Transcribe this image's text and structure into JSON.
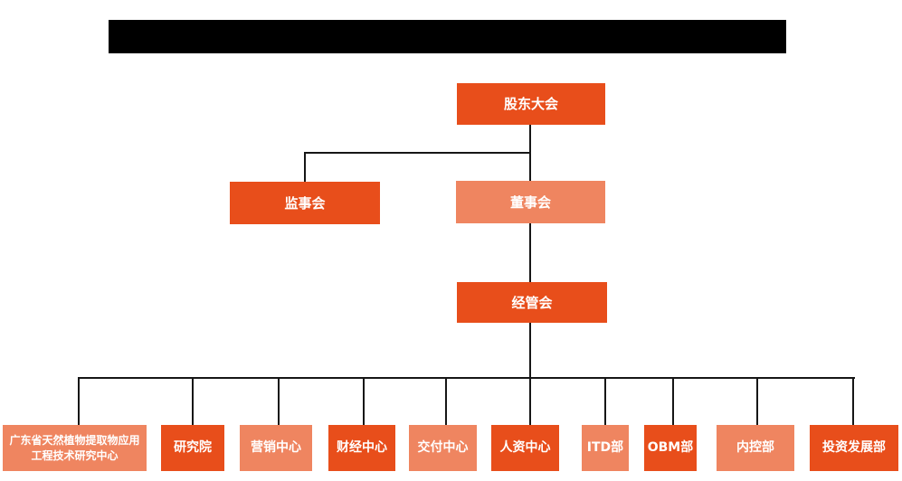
{
  "colors": {
    "primary_orange": "#E84E1B",
    "secondary_orange": "#EF8560",
    "connector_black": "#161616",
    "title_bar_black": "#000000",
    "background": "#FFFFFF",
    "node_text": "#FFFFFF"
  },
  "org_chart": {
    "level1": {
      "label": "股东大会",
      "variant": "primary"
    },
    "level2": [
      {
        "label": "监事会",
        "variant": "primary"
      },
      {
        "label": "董事会",
        "variant": "secondary"
      }
    ],
    "level3": {
      "label": "经管会",
      "variant": "primary"
    },
    "level4": [
      {
        "label": "广东省天然植物提取物应用工程技术研究中心",
        "variant": "secondary"
      },
      {
        "label": "研究院",
        "variant": "primary"
      },
      {
        "label": "营销中心",
        "variant": "secondary"
      },
      {
        "label": "财经中心",
        "variant": "primary"
      },
      {
        "label": "交付中心",
        "variant": "secondary"
      },
      {
        "label": "人资中心",
        "variant": "primary"
      },
      {
        "label": "ITD部",
        "variant": "secondary"
      },
      {
        "label": "OBM部",
        "variant": "primary"
      },
      {
        "label": "内控部",
        "variant": "secondary"
      },
      {
        "label": "投资发展部",
        "variant": "primary"
      }
    ]
  }
}
